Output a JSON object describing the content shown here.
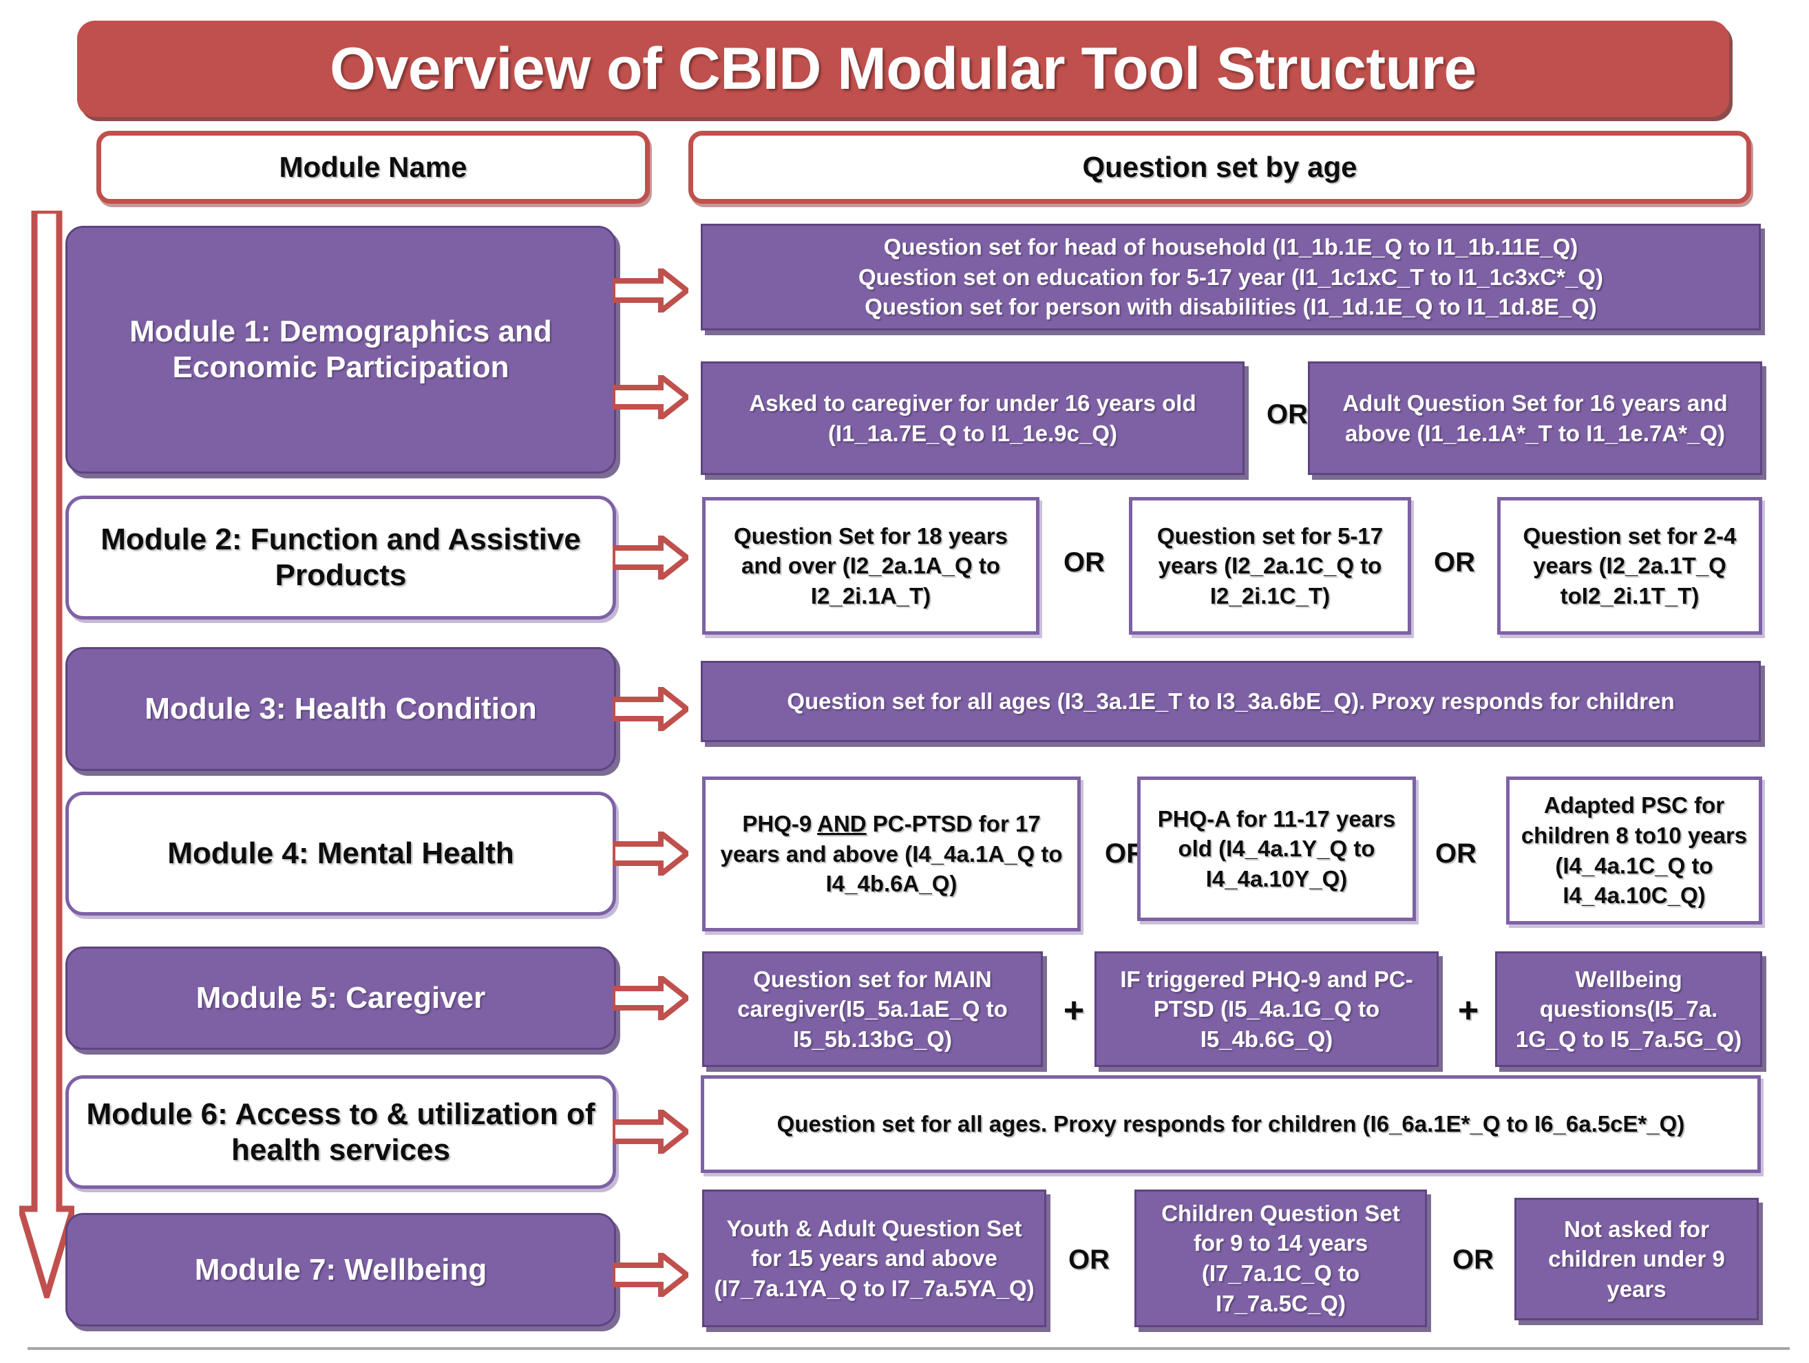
{
  "title": "Overview of CBID Modular Tool Structure",
  "headers": {
    "module_name": "Module Name",
    "question_set": "Question set by age"
  },
  "connectors": {
    "or": "OR",
    "plus": "+"
  },
  "colors": {
    "title_banner": "#c0504d",
    "arrow_red": "#c0504d",
    "module_fill": "#7e61a5",
    "module_border": "#5e4480",
    "text_white": "#ffffff",
    "text_dark": "#0d0d0d",
    "bottom_rule": "#a6a6a6"
  },
  "rows": [
    {
      "module": "Module 1: Demographics and Economic Participation",
      "style": "filled",
      "boxes": [
        "Question set for head of household (I1_1b.1E_Q to I1_1b.11E_Q)",
        "Question set on education for 5-17 year (I1_1c1xC_T to I1_1c3xC*_Q)",
        "Question set for person with disabilities (I1_1d.1E_Q to I1_1d.8E_Q)",
        "Asked to caregiver for under 16 years old (I1_1a.7E_Q to I1_1e.9c_Q)",
        "Adult Question Set for 16 years and above (I1_1e.1A*_T to I1_1e.7A*_Q)"
      ]
    },
    {
      "module": "Module 2: Function and Assistive Products",
      "style": "outline",
      "boxes": [
        "Question Set for 18 years  and over (I2_2a.1A_Q to I2_2i.1A_T)",
        "Question set for 5-17 years (I2_2a.1C_Q to I2_2i.1C_T)",
        "Question set for 2-4 years (I2_2a.1T_Q toI2_2i.1T_T)"
      ]
    },
    {
      "module": "Module 3: Health Condition",
      "style": "filled",
      "boxes": [
        "Question set for all ages (I3_3a.1E_T to I3_3a.6bE_Q). Proxy responds for children"
      ]
    },
    {
      "module": "Module 4: Mental Health",
      "style": "outline",
      "boxes": [
        "PHQ-9 AND PC-PTSD for 17 years and above (I4_4a.1A_Q to I4_4b.6A_Q)",
        "PHQ-A for 11-17 years old (I4_4a.1Y_Q to I4_4a.10Y_Q)",
        "Adapted PSC for children 8 to10 years (I4_4a.1C_Q to I4_4a.10C_Q)"
      ]
    },
    {
      "module": "Module 5: Caregiver",
      "style": "filled",
      "boxes": [
        "Question set for MAIN caregiver(I5_5a.1aE_Q to I5_5b.13bG_Q)",
        "IF triggered PHQ-9 and PC-PTSD (I5_4a.1G_Q to I5_4b.6G_Q)",
        "Wellbeing questions(I5_7a. 1G_Q to I5_7a.5G_Q)"
      ]
    },
    {
      "module": "Module 6: Access to & utilization of health services",
      "style": "outline",
      "boxes": [
        "Question set for all ages. Proxy responds for children (I6_6a.1E*_Q to I6_6a.5cE*_Q)"
      ]
    },
    {
      "module": "Module 7: Wellbeing",
      "style": "filled",
      "boxes": [
        "Youth & Adult Question Set for 15 years and above (I7_7a.1YA_Q to I7_7a.5YA_Q)",
        "Children Question Set for 9 to 14 years (I7_7a.1C_Q to I7_7a.5C_Q)",
        "Not asked for children under 9 years"
      ]
    }
  ]
}
